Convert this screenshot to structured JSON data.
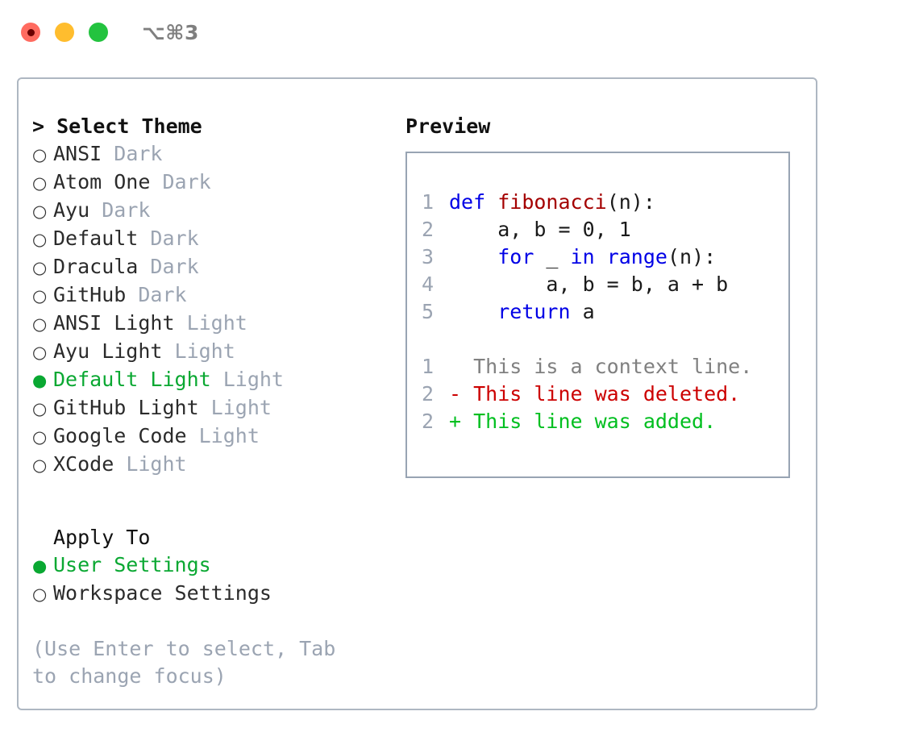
{
  "titlebar": {
    "lights": [
      {
        "name": "close-button",
        "color": "#ff6b60"
      },
      {
        "name": "minimize-button",
        "color": "#ffbd2e"
      },
      {
        "name": "zoom-button",
        "color": "#23c33f"
      }
    ],
    "shortcut": "⌥⌘3"
  },
  "theme_picker": {
    "heading": "> Select Theme",
    "items": [
      {
        "bullet": "○",
        "name": "ANSI",
        "tag": "Dark",
        "selected": false
      },
      {
        "bullet": "○",
        "name": "Atom One",
        "tag": "Dark",
        "selected": false
      },
      {
        "bullet": "○",
        "name": "Ayu",
        "tag": "Dark",
        "selected": false
      },
      {
        "bullet": "○",
        "name": "Default",
        "tag": "Dark",
        "selected": false
      },
      {
        "bullet": "○",
        "name": "Dracula",
        "tag": "Dark",
        "selected": false
      },
      {
        "bullet": "○",
        "name": "GitHub",
        "tag": "Dark",
        "selected": false
      },
      {
        "bullet": "○",
        "name": "ANSI Light",
        "tag": "Light",
        "selected": false
      },
      {
        "bullet": "○",
        "name": "Ayu Light",
        "tag": "Light",
        "selected": false
      },
      {
        "bullet": "●",
        "name": "Default Light",
        "tag": "Light",
        "selected": true
      },
      {
        "bullet": "○",
        "name": "GitHub Light",
        "tag": "Light",
        "selected": false
      },
      {
        "bullet": "○",
        "name": "Google Code",
        "tag": "Light",
        "selected": false
      },
      {
        "bullet": "○",
        "name": "XCode",
        "tag": "Light",
        "selected": false
      }
    ]
  },
  "apply_to": {
    "title": "Apply To",
    "options": [
      {
        "bullet": "●",
        "label": "User Settings",
        "selected": true
      },
      {
        "bullet": "○",
        "label": "Workspace Settings",
        "selected": false
      }
    ]
  },
  "hint": "(Use Enter to select, Tab to change focus)",
  "preview": {
    "title": "Preview",
    "code_lines": [
      {
        "no": "1",
        "indent": "",
        "tokens": [
          {
            "t": "def",
            "k": "kw"
          },
          {
            "t": " ",
            "k": "plain"
          },
          {
            "t": "fibonacci",
            "k": "fn"
          },
          {
            "t": "(n):",
            "k": "plain"
          }
        ]
      },
      {
        "no": "2",
        "indent": "    ",
        "tokens": [
          {
            "t": "a, b = 0, 1",
            "k": "plain"
          }
        ]
      },
      {
        "no": "3",
        "indent": "    ",
        "tokens": [
          {
            "t": "for",
            "k": "kw"
          },
          {
            "t": " _ ",
            "k": "plain"
          },
          {
            "t": "in",
            "k": "kw"
          },
          {
            "t": " ",
            "k": "plain"
          },
          {
            "t": "range",
            "k": "kw"
          },
          {
            "t": "(n):",
            "k": "plain"
          }
        ]
      },
      {
        "no": "4",
        "indent": "        ",
        "tokens": [
          {
            "t": "a, b = b, a + b",
            "k": "plain"
          }
        ]
      },
      {
        "no": "5",
        "indent": "    ",
        "tokens": [
          {
            "t": "return",
            "k": "kw"
          },
          {
            "t": " a",
            "k": "plain"
          }
        ]
      }
    ],
    "diff_lines": [
      {
        "no": "1",
        "marker": "  ",
        "text": "This is a context line.",
        "kind": "context"
      },
      {
        "no": "2",
        "marker": "- ",
        "text": "This line was deleted.",
        "kind": "deleted"
      },
      {
        "no": "2",
        "marker": "+ ",
        "text": "This line was added.",
        "kind": "added"
      }
    ]
  }
}
